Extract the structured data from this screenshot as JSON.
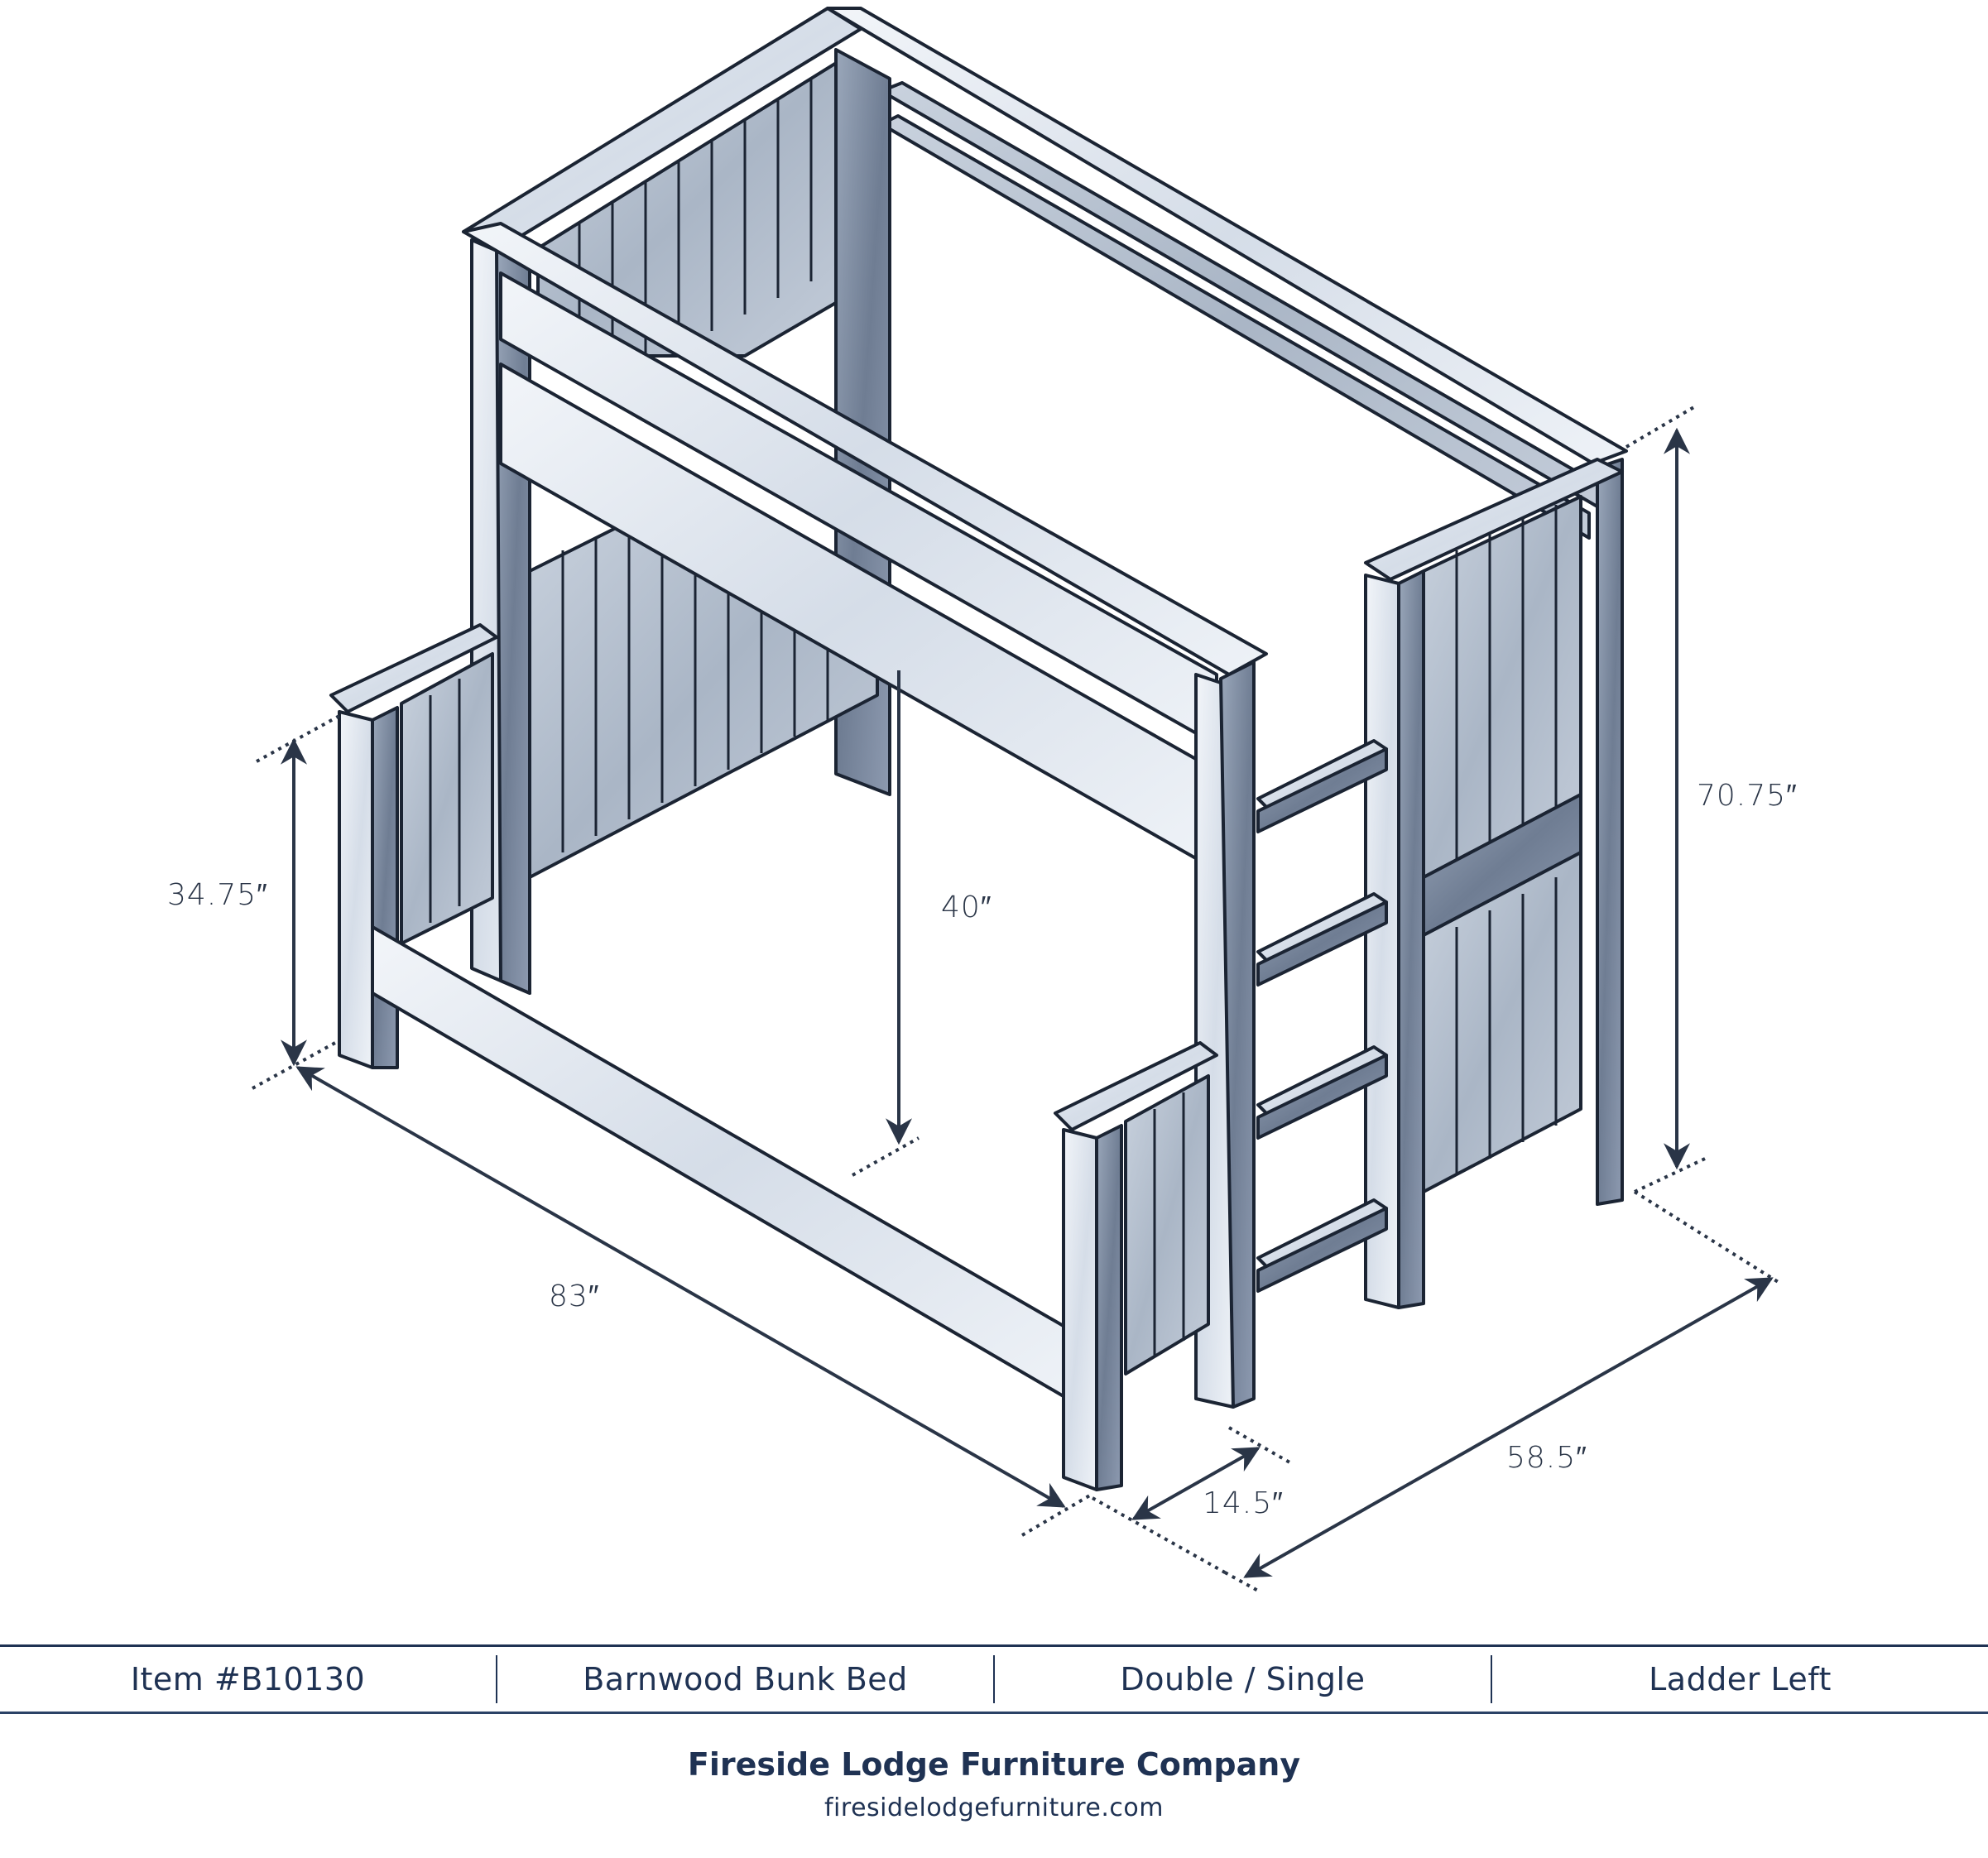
{
  "drawing": {
    "subject": "Barnwood Bunk Bed isometric line drawing",
    "style_colors": {
      "wood_light": "#e4e9f0",
      "wood_mid": "#b9c4d3",
      "wood_dark": "#5d6b82",
      "outline": "#1b2433",
      "dimension_line": "#2a3547"
    }
  },
  "dimensions": {
    "footboard_height": "34.75″",
    "bottom_clearance": "40″",
    "overall_height": "70.75″",
    "overall_length": "83″",
    "ladder_depth": "14.5″",
    "overall_width": "58.5″"
  },
  "spec_bar": {
    "item_number": "Item #B10130",
    "product_name": "Barnwood Bunk Bed",
    "configuration": "Double / Single",
    "ladder_position": "Ladder Left"
  },
  "footer": {
    "company_name": "Fireside Lodge Furniture Company",
    "website": "firesidelodgefurniture.com"
  }
}
